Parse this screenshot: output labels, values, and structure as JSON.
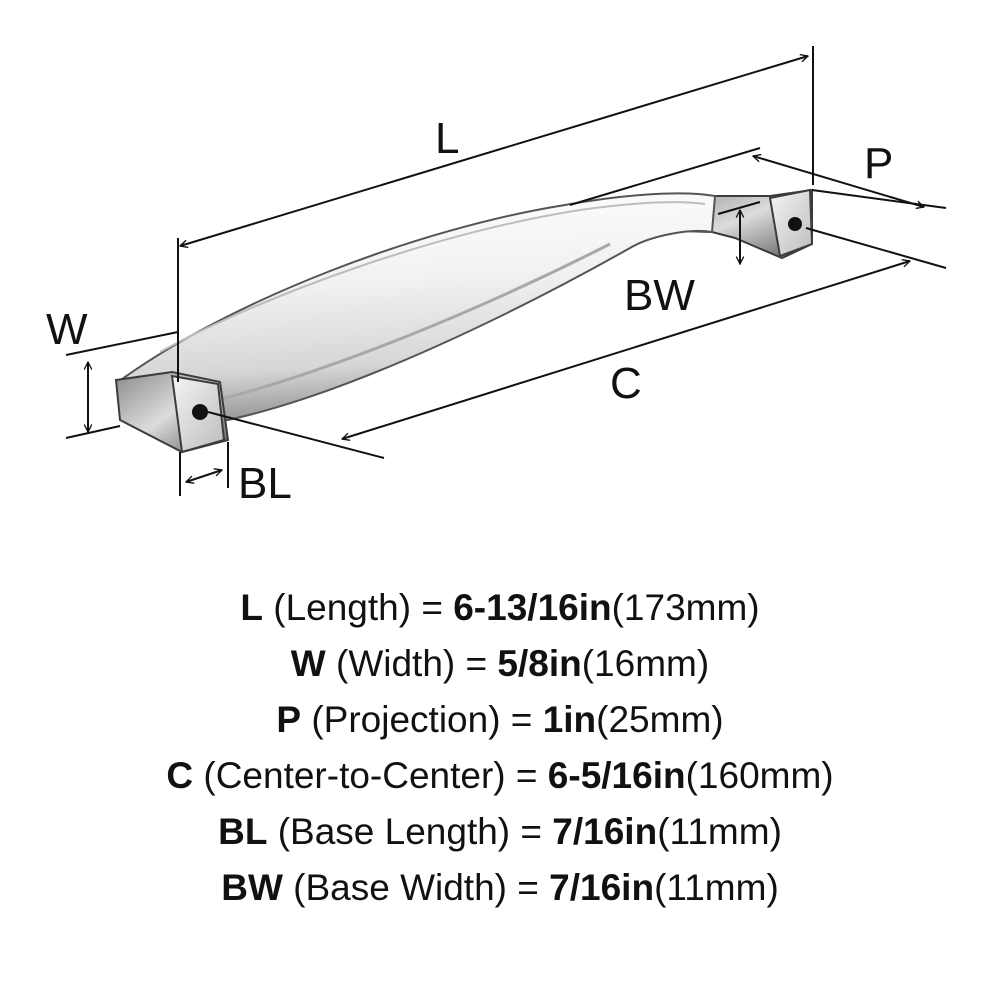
{
  "diagram": {
    "labels": {
      "L": "L",
      "P": "P",
      "W": "W",
      "BW": "BW",
      "C": "C",
      "BL": "BL"
    },
    "colors": {
      "line": "#111111",
      "metal_light": "#f2f2f2",
      "metal_mid": "#c9c9c9",
      "metal_dark": "#4a4a4a",
      "background": "#ffffff"
    }
  },
  "specs": [
    {
      "abbr": "L",
      "name": "(Length) =",
      "imperial": "6-13/16in",
      "metric": "(173mm)"
    },
    {
      "abbr": "W",
      "name": "(Width) =",
      "imperial": "5/8in",
      "metric": "(16mm)"
    },
    {
      "abbr": "P",
      "name": "(Projection) =",
      "imperial": "1in",
      "metric": "(25mm)"
    },
    {
      "abbr": "C",
      "name": "(Center-to-Center) =",
      "imperial": "6-5/16in",
      "metric": "(160mm)"
    },
    {
      "abbr": "BL",
      "name": "(Base Length) =",
      "imperial": "7/16in",
      "metric": "(11mm)"
    },
    {
      "abbr": "BW",
      "name": "(Base Width) =",
      "imperial": "7/16in",
      "metric": "(11mm)"
    }
  ]
}
